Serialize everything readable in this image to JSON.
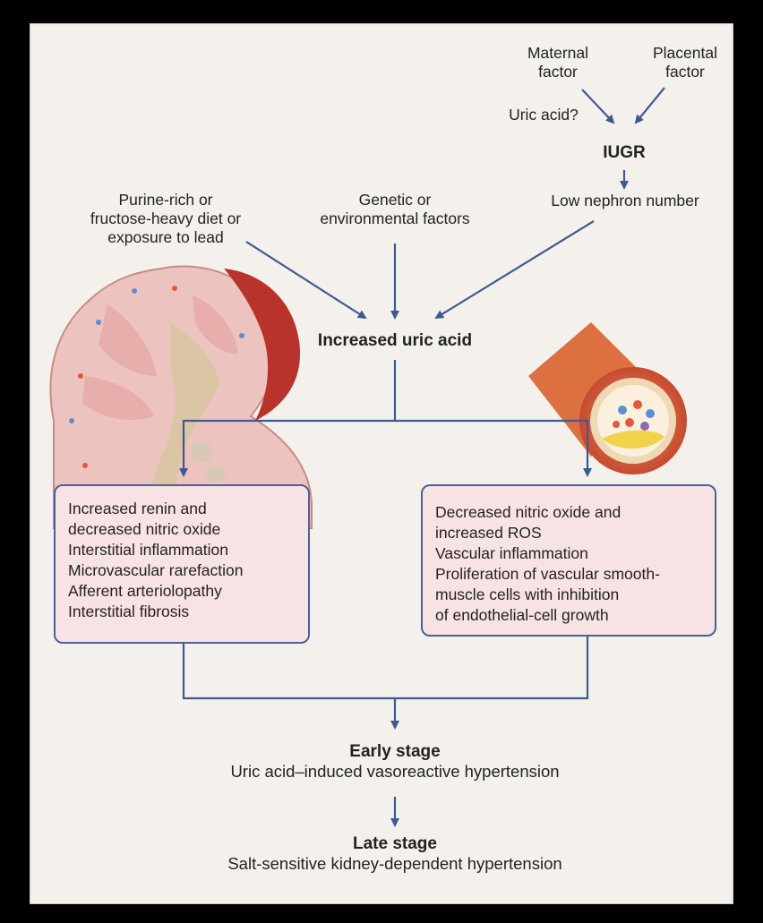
{
  "top": {
    "maternal": "Maternal\nfactor",
    "placental": "Placental\nfactor",
    "uric_acid_q": "Uric acid?",
    "iugr": "IUGR",
    "low_nephron": "Low nephron number"
  },
  "causes": {
    "diet": "Purine-rich or\nfructose-heavy diet or\nexposure to lead",
    "genetic": "Genetic or\nenvironmental factors"
  },
  "center": "Increased uric acid",
  "kidney_box": {
    "items": [
      "Increased renin and\n   decreased nitric oxide",
      "Interstitial inflammation",
      "Microvascular rarefaction",
      "Afferent arteriolopathy",
      "Interstitial fibrosis"
    ]
  },
  "vessel_box": {
    "items": [
      "Decreased nitric oxide and\n   increased ROS",
      "Vascular inflammation",
      "Proliferation of vascular smooth-\n   muscle cells with inhibition\n   of endothelial-cell growth"
    ]
  },
  "early": {
    "title": "Early stage",
    "text": "Uric acid–induced vasoreactive hypertension"
  },
  "late": {
    "title": "Late stage",
    "text": "Salt-sensitive kidney-dependent hypertension"
  },
  "colors": {
    "arrow": "#3c5a94",
    "box_fill": "#f8e3e4",
    "box_border": "#4a6196",
    "background": "#f4f1ec"
  }
}
